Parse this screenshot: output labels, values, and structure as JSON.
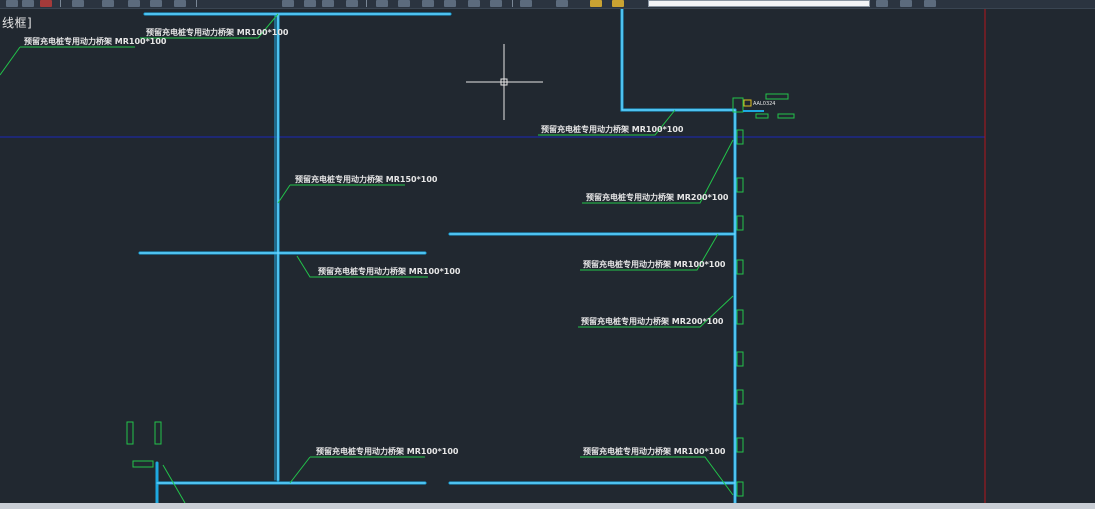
{
  "viewport": {
    "label": "线框]"
  },
  "annotations": [
    "预留充电桩专用动力桥架 MR100*100",
    "预留充电桩专用动力桥架 MR100*100",
    "预留充电桩专用动力桥架 MR150*100",
    "预留充电桩专用动力桥架 MR100*100",
    "预留充电桩专用动力桥架 MR100*100",
    "预留充电桩专用动力桥架 MR100*100",
    "预留充电桩专用动力桥架 MR200*100",
    "预留充电桩专用动力桥架 MR100*100",
    "预留充电桩专用动力桥架 MR200*100",
    "预留充电桩专用动力桥架 MR100*100"
  ],
  "block_label": "AAL0324",
  "colors": {
    "background": "#212830",
    "tray": "#1ea9e0",
    "tray_core": "#7fdcff",
    "leader": "#22c34a",
    "axis_blue": "#1c27b8",
    "axis_red": "#b3161c",
    "crosshair": "#e6e6e6",
    "text": "#e6e6e6"
  },
  "icons": [
    "zoom-icon",
    "pan-icon",
    "layer-icon",
    "undo-icon",
    "redo-icon",
    "layer-dropdown"
  ]
}
